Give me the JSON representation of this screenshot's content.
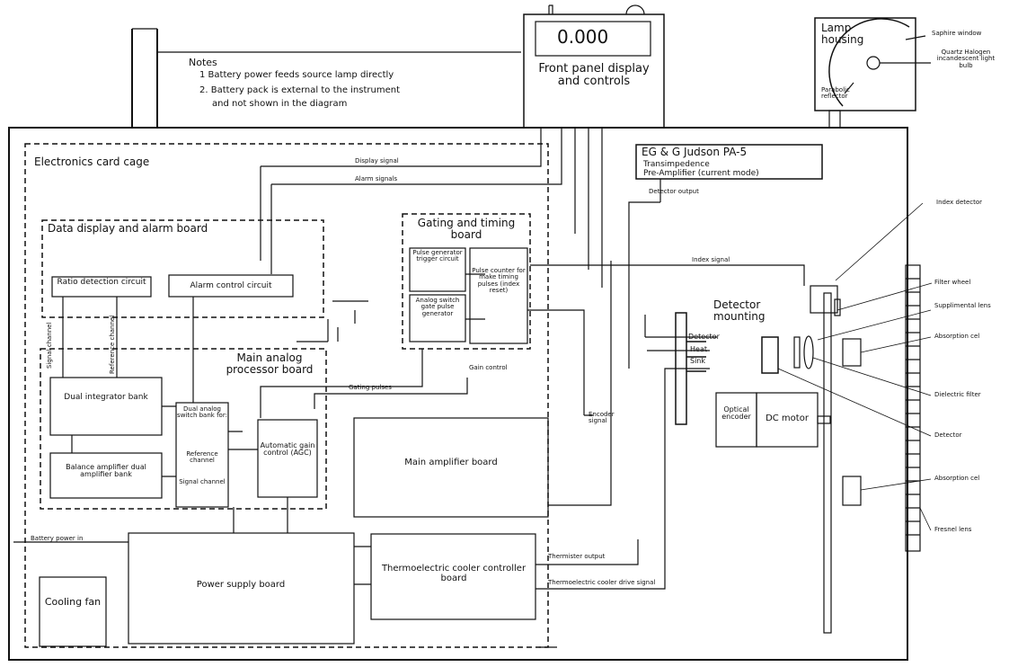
{
  "notes": {
    "title": "Notes",
    "line1": "1  Battery power feeds source lamp directly",
    "line2": "2.  Battery pack is external to the instrument",
    "line3": "and  not shown in the diagram"
  },
  "front_panel": {
    "readout": "0.000",
    "label": "Front panel display and controls"
  },
  "lamp": {
    "housing": "Lamp housing",
    "window": "Saphire window",
    "bulb": "Quartz Halogen incandescent light bulb",
    "reflector": "Parabolic reflector"
  },
  "card_cage": {
    "title": "Electronics card cage",
    "display_signal": "Display signal",
    "alarm_signals": "Alarm signals"
  },
  "amplifier": {
    "title": "EG & G Judson PA-5",
    "line2": "Transimpedence",
    "line3": "Pre-Amplifier (current mode)",
    "detector_output": "Detector output"
  },
  "data_board": {
    "title": "Data display and alarm board",
    "ratio": "Ratio detection circuit",
    "alarm": "Alarm control circuit",
    "signal_channel": "Signal channel",
    "reference_channel": "Reference channel"
  },
  "gating_board": {
    "title": "Gating and timing board",
    "pulse_gen": "Pulse generator trigger circuit",
    "analog_switch": "Analog switch gate pulse generator",
    "pulse_counter": "Pulse counter for make timing pulses (index reset)"
  },
  "analog_board": {
    "title": "Main analog processor board",
    "integrator": "Dual integrator bank",
    "balance": "Balance amplifier dual amplifier bank",
    "switch_bank": "Dual analog switch bank for:",
    "ref_channel": "Reference channel",
    "sig_channel": "Signal channel",
    "agc": "Automatic gain control (AGC)"
  },
  "signals": {
    "gating_pulses": "Gating pulses",
    "gain_control": "Gain control",
    "encoder_signal": "Encoder signal",
    "index_signal": "Index signal",
    "battery": "Battery power in",
    "thermistor": "Thermister output",
    "te_drive": "Thermoelectric cooler drive signal"
  },
  "boards": {
    "main_amp": "Main amplifier board",
    "power": "Power supply board",
    "te_cooler": "Thermoelectric cooler controller board",
    "fan": "Cooling fan"
  },
  "detector_mount": {
    "title": "Detector mounting",
    "detector": "Detector",
    "heat": "Heat",
    "sink": "Sink",
    "encoder": "Optical encoder",
    "motor": "DC motor"
  },
  "callouts": {
    "index_detector": "Index detector",
    "filter_wheel": "Filter wheel",
    "supp_lens": "Supplimental lens",
    "abs_cell_1": "Absorption cel",
    "dielectric": "Dielectric filter",
    "detector": "Detector",
    "abs_cell_2": "Absorption cel",
    "fresnel": "Fresnel lens"
  }
}
